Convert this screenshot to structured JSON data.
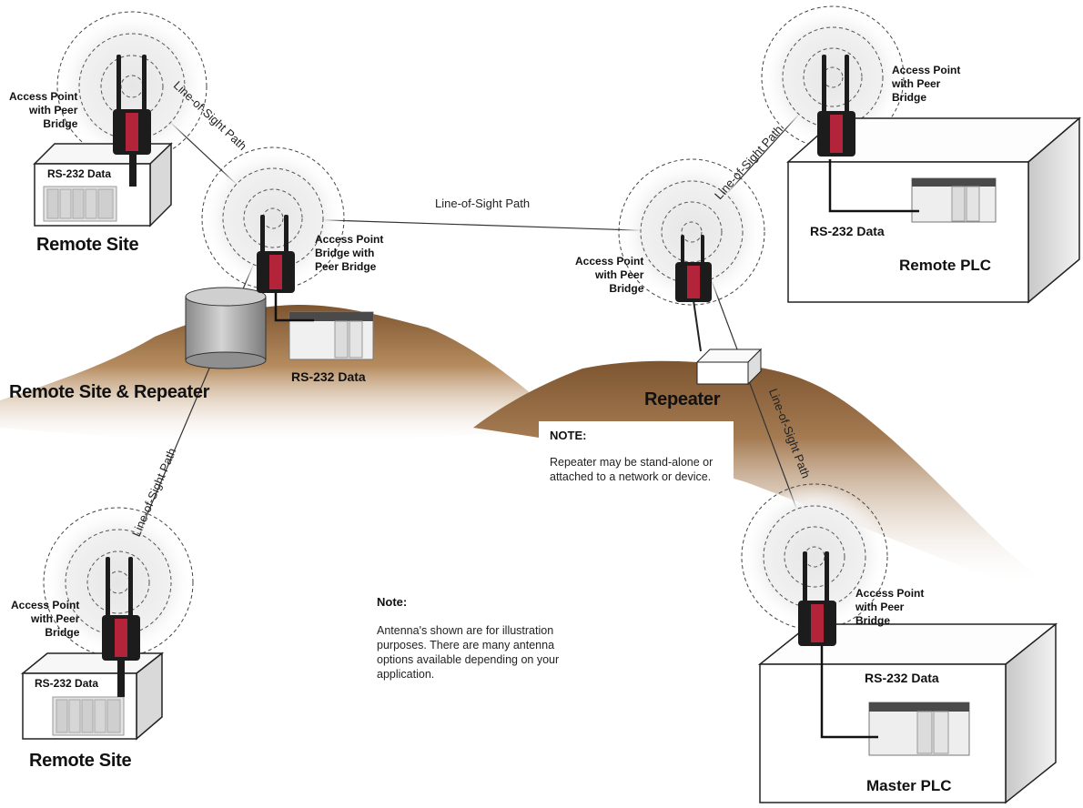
{
  "access_point_labels": {
    "ap_top_left": [
      "Access Point",
      "with Peer",
      "Bridge"
    ],
    "ap_center": [
      "Access Point",
      "Bridge with",
      "Peer Bridge"
    ],
    "ap_repeater": [
      "Access Point",
      "with Peer",
      "Bridge"
    ],
    "ap_top_right": [
      "Access Point",
      "with Peer",
      "Bridge"
    ],
    "ap_bottom_left": [
      "Access Point",
      "with Peer",
      "Bridge"
    ],
    "ap_master": [
      "Access Point",
      "with Peer",
      "Bridge"
    ]
  },
  "data_labels": {
    "remote_site_top": "RS-232 Data",
    "remote_site_repeater": "RS-232  Data",
    "remote_plc": "RS-232  Data",
    "remote_site_bottom": "RS-232 Data",
    "master_plc": "RS-232  Data"
  },
  "site_labels": {
    "remote_site_top": "Remote Site",
    "remote_site_repeater": "Remote Site & Repeater",
    "repeater": "Repeater",
    "remote_plc": "Remote PLC",
    "remote_site_bottom": "Remote Site",
    "master_plc": "Master PLC"
  },
  "los_label": "Line-of-Sight  Path",
  "note_repeater": {
    "heading": "NOTE:",
    "body": "Repeater may be stand-alone or attached to a network or device."
  },
  "note_antenna": {
    "heading": "Note:",
    "body": "Antenna's shown are for illustration purposes.  There are many antenna options available depending on your application."
  },
  "colors": {
    "terrain_light": "#c9a47a",
    "terrain_dark": "#7d5530",
    "radio_body": "#1c1c1c",
    "radio_accent": "#b3233a",
    "signal_ring": "#bdbdbd"
  }
}
